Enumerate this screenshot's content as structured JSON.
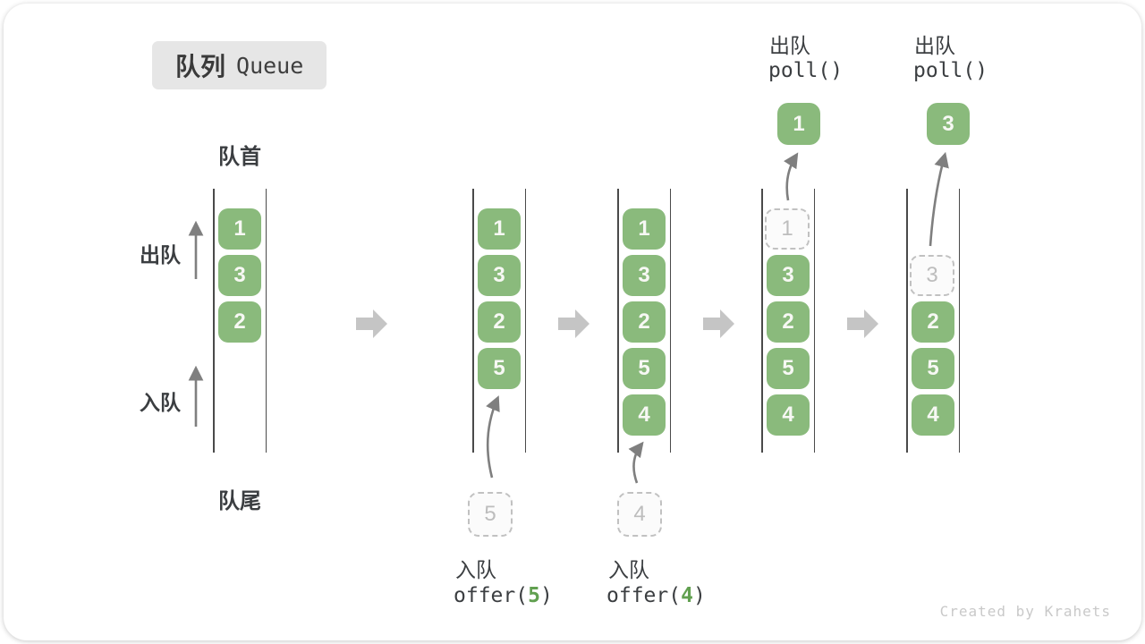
{
  "title": {
    "zh": "队列",
    "en": "Queue"
  },
  "labels": {
    "front": "队首",
    "rear": "队尾",
    "dequeue": "出队",
    "enqueue": "入队"
  },
  "watermark": "Created by Krahets",
  "colors": {
    "box_green": "#8aba7c",
    "code_green": "#61a050",
    "dashed_border": "#c1c1c1",
    "line": "#4a4a4a",
    "arrow": "#7f7f7f",
    "block_arrow": "#c5c5c5"
  },
  "states": [
    {
      "name": "initial",
      "slots": [
        {
          "row": 0,
          "value": "1",
          "type": "solid"
        },
        {
          "row": 1,
          "value": "3",
          "type": "solid"
        },
        {
          "row": 2,
          "value": "2",
          "type": "solid"
        }
      ]
    },
    {
      "name": "after-offer-5",
      "slots": [
        {
          "row": 0,
          "value": "1",
          "type": "solid"
        },
        {
          "row": 1,
          "value": "3",
          "type": "solid"
        },
        {
          "row": 2,
          "value": "2",
          "type": "solid"
        },
        {
          "row": 3,
          "value": "5",
          "type": "solid"
        }
      ]
    },
    {
      "name": "after-offer-4",
      "slots": [
        {
          "row": 0,
          "value": "1",
          "type": "solid"
        },
        {
          "row": 1,
          "value": "3",
          "type": "solid"
        },
        {
          "row": 2,
          "value": "2",
          "type": "solid"
        },
        {
          "row": 3,
          "value": "5",
          "type": "solid"
        },
        {
          "row": 4,
          "value": "4",
          "type": "solid"
        }
      ]
    },
    {
      "name": "after-poll-1",
      "slots": [
        {
          "row": 0,
          "value": "1",
          "type": "dashed"
        },
        {
          "row": 1,
          "value": "3",
          "type": "solid"
        },
        {
          "row": 2,
          "value": "2",
          "type": "solid"
        },
        {
          "row": 3,
          "value": "5",
          "type": "solid"
        },
        {
          "row": 4,
          "value": "4",
          "type": "solid"
        }
      ]
    },
    {
      "name": "after-poll-3",
      "slots": [
        {
          "row": 1,
          "value": "3",
          "type": "dashed"
        },
        {
          "row": 2,
          "value": "2",
          "type": "solid"
        },
        {
          "row": 3,
          "value": "5",
          "type": "solid"
        },
        {
          "row": 4,
          "value": "4",
          "type": "solid"
        }
      ]
    }
  ],
  "enqueue_ops": [
    {
      "label": "入队",
      "code_prefix": "offer(",
      "arg": "5",
      "code_suffix": ")",
      "pending_value": "5"
    },
    {
      "label": "入队",
      "code_prefix": "offer(",
      "arg": "4",
      "code_suffix": ")",
      "pending_value": "4"
    }
  ],
  "dequeue_ops": [
    {
      "label": "出队",
      "code": "poll()",
      "result_value": "1"
    },
    {
      "label": "出队",
      "code": "poll()",
      "result_value": "3"
    }
  ]
}
